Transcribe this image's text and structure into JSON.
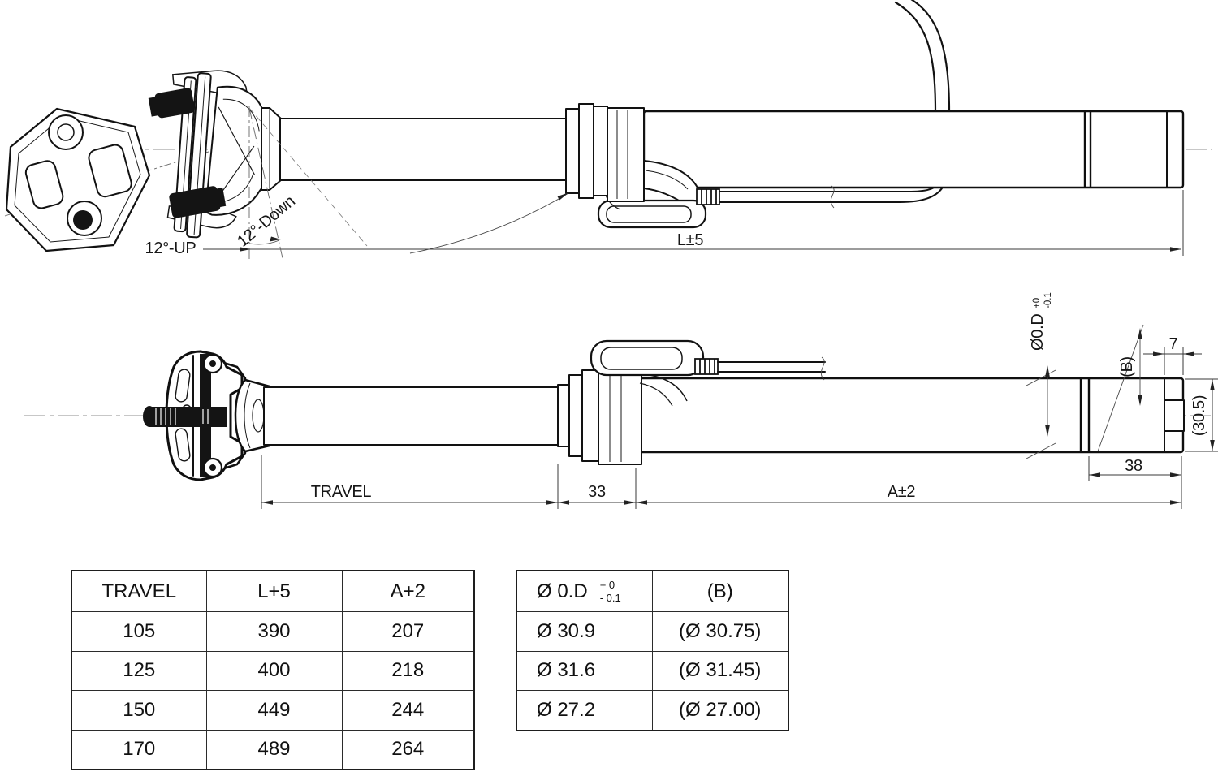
{
  "top_view": {
    "angle_up_label": "12°-UP",
    "angle_down_label": "12°-Down",
    "length_dim_label": "L±5"
  },
  "middle_view": {
    "travel_dim_label": "TRAVEL",
    "gap_dim_label": "33",
    "insertion_dim_label": "A±2",
    "bushing_dim_label": "38",
    "tip_dim_label": "7",
    "b_dim_label": "(B)",
    "end_diameter_label": "(30.5)",
    "od_label": "Ø0.D",
    "od_tol_upper": "+0",
    "od_tol_lower": "-0.1"
  },
  "travel_table": {
    "headers": [
      "TRAVEL",
      "L+5",
      "A+2"
    ],
    "rows": [
      [
        "105",
        "390",
        "207"
      ],
      [
        "125",
        "400",
        "218"
      ],
      [
        "150",
        "449",
        "244"
      ],
      [
        "170",
        "489",
        "264"
      ]
    ]
  },
  "diameter_table": {
    "od_header": "Ø 0.D",
    "od_tol_upper": "+ 0",
    "od_tol_lower": "- 0.1",
    "b_header": "(B)",
    "rows": [
      [
        "Ø 30.9",
        "(Ø 30.75)"
      ],
      [
        "Ø 31.6",
        "(Ø 31.45)"
      ],
      [
        "Ø 27.2",
        "(Ø 27.00)"
      ]
    ]
  }
}
